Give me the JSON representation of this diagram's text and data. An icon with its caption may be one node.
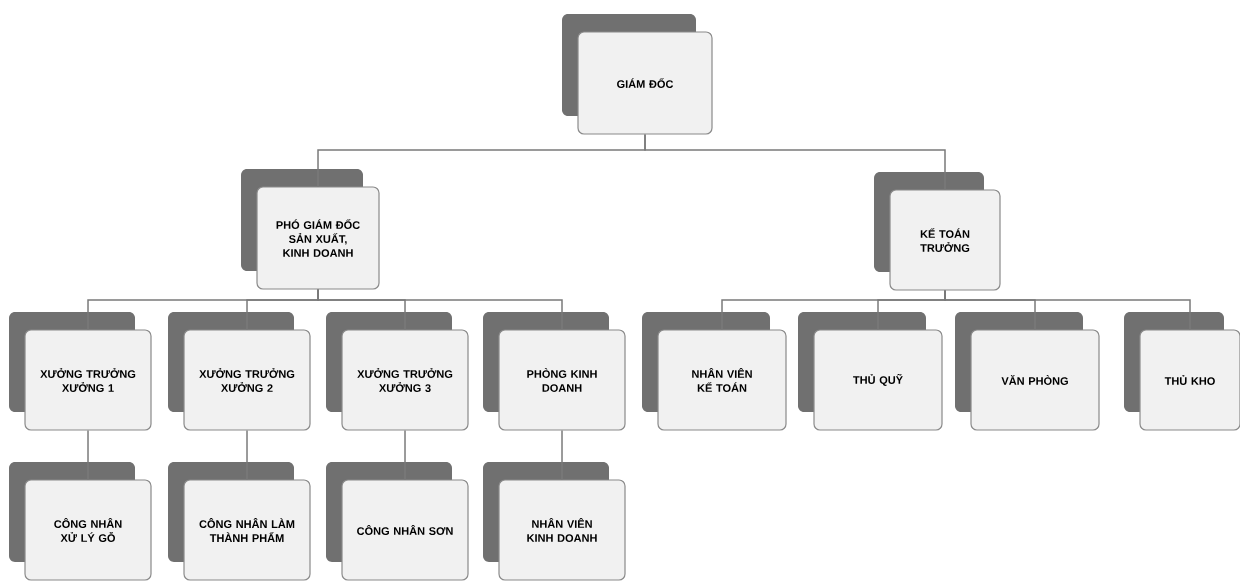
{
  "diagram": {
    "nodes": [
      {
        "text": [
          "GIÁM ĐỐC"
        ]
      },
      {
        "text": [
          "PHÓ GIÁM ĐỐC SẢN XUẤT, KINH DOANH"
        ]
      },
      {
        "text": [
          "KẾ TOÁN TRƯỞNG"
        ]
      },
      {
        "text": [
          "XƯỞNG TRƯỞNG XƯỞNG 1"
        ]
      },
      {
        "text": [
          "XƯỞNG TRƯỞNG XƯỞNG 2"
        ]
      },
      {
        "text": [
          "XƯỞNG TRƯỞNG XƯỞNG 3"
        ]
      },
      {
        "text": [
          "PHÒNG KINH DOANH"
        ]
      },
      {
        "text": [
          "NHÂN VIÊN KẾ TOÁN"
        ]
      },
      {
        "text": [
          "THỦ QUỸ"
        ]
      },
      {
        "text": [
          "VĂN PHÒNG"
        ]
      },
      {
        "text": [
          "THỦ KHO"
        ]
      },
      {
        "text": [
          "CÔNG NHÂN XỬ LÝ GỖ"
        ]
      },
      {
        "text": [
          "CÔNG NHÂN LÀM THÀNH PHẨM"
        ]
      },
      {
        "text": [
          "CÔNG NHÂN SƠN"
        ]
      },
      {
        "text": [
          "NHÂN VIÊN KINH DOANH"
        ]
      }
    ],
    "edges": [
      {
        "from": 0,
        "to": 1,
        "arrow": "none"
      },
      {
        "from": 0,
        "to": 2,
        "arrow": "none"
      },
      {
        "from": 1,
        "to": 3,
        "arrow": "none"
      },
      {
        "from": 1,
        "to": 4,
        "arrow": "none"
      },
      {
        "from": 1,
        "to": 5,
        "arrow": "none"
      },
      {
        "from": 1,
        "to": 6,
        "arrow": "none"
      },
      {
        "from": 2,
        "to": 7,
        "arrow": "none"
      },
      {
        "from": 2,
        "to": 8,
        "arrow": "none"
      },
      {
        "from": 2,
        "to": 9,
        "arrow": "none"
      },
      {
        "from": 2,
        "to": 10,
        "arrow": "none"
      },
      {
        "from": 3,
        "to": 11,
        "arrow": "none"
      },
      {
        "from": 4,
        "to": 12,
        "arrow": "none"
      },
      {
        "from": 5,
        "to": 13,
        "arrow": "none"
      },
      {
        "from": 6,
        "to": 14,
        "arrow": "none"
      }
    ]
  }
}
